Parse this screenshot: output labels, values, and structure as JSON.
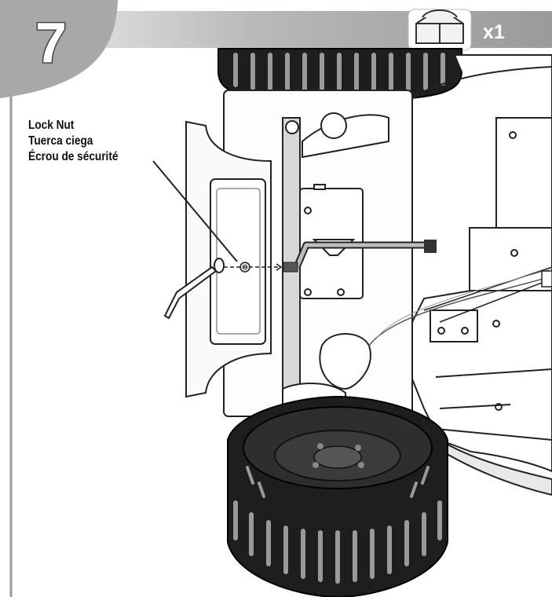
{
  "step": {
    "number": "7"
  },
  "parts": {
    "quantity_label": "x1",
    "icon": "lock-nut-icon"
  },
  "callout": {
    "label_en": "Lock Nut",
    "label_es": "Tuerca ciega",
    "label_fr": "Écrou de sécurité"
  },
  "colors": {
    "header_band_light": "#eeeeee",
    "header_band_dark": "#9a9a9a",
    "badge_gray": "#a8a8a8",
    "tire_black": "#1e1e1e"
  }
}
